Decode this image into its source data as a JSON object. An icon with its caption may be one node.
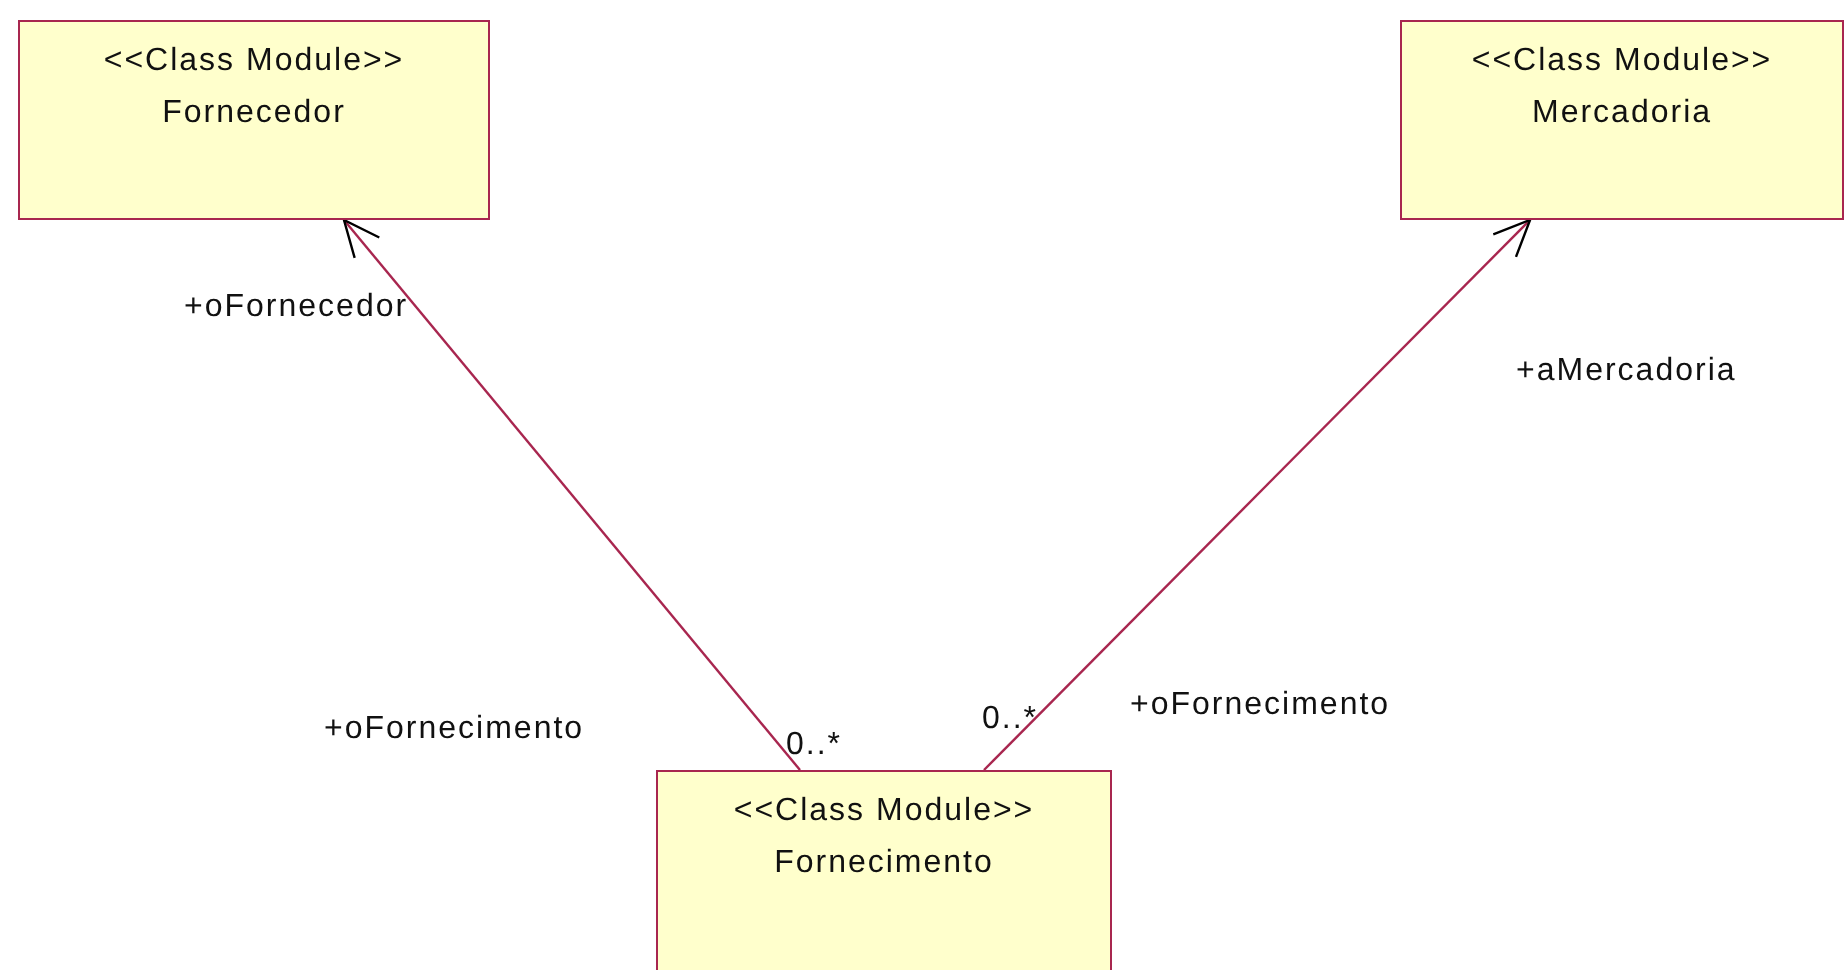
{
  "diagram": {
    "nodes": [
      {
        "text": [
          "<<Class Module>>",
          "Fornecedor"
        ]
      },
      {
        "text": [
          "<<Class Module>>",
          "Mercadoria"
        ]
      },
      {
        "text": [
          "<<Class Module>>",
          "Fornecimento"
        ]
      }
    ],
    "edges": [
      {
        "from": 2,
        "to": 0,
        "arrow": "to"
      },
      {
        "from": 2,
        "to": 1,
        "arrow": "to"
      }
    ],
    "labels": [
      "+oFornecedor",
      "+aMercadoria",
      "+oFornecimento",
      "0..*",
      "+oFornecimento",
      "0..*"
    ]
  }
}
